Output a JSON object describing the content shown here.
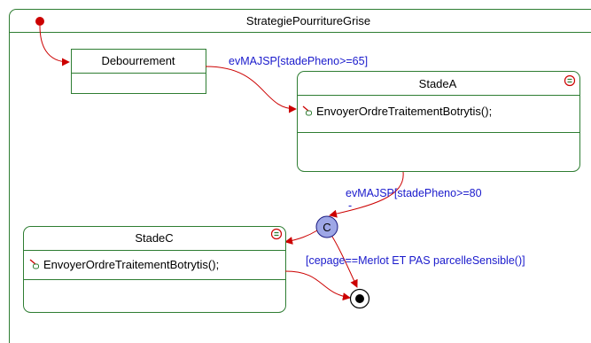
{
  "machine": {
    "name": "StrategiePourritureGrise"
  },
  "states": {
    "debourrement": {
      "name": "Debourrement"
    },
    "stadeA": {
      "name": "StadeA",
      "action": "EnvoyerOrdreTraitementBotrytis();"
    },
    "stadeC": {
      "name": "StadeC",
      "action": "EnvoyerOrdreTraitementBotrytis();"
    }
  },
  "connector": {
    "label": "C"
  },
  "transitions": {
    "deb_to_a": "evMAJSP[stadePheno>=65]",
    "a_to_c": "evMAJSP[stadePheno>=80",
    "a_to_c_suffix": "-",
    "choice_to_final": "[cepage==Merlot ET  PAS parcelleSensible()]"
  },
  "colors": {
    "border": "#2e7d32",
    "transition": "#cc0000",
    "trigger_text": "#1a1acc",
    "connector_fill": "#9ea7e6",
    "connector_stroke": "#1a1a80"
  }
}
